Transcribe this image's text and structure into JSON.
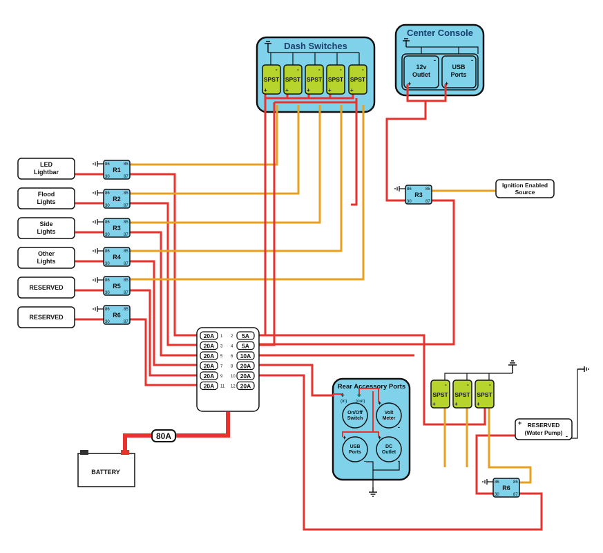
{
  "panels": {
    "dash": {
      "title": "Dash Switches",
      "switch_label": "SPST"
    },
    "console": {
      "title": "Center Console",
      "outlet_12v_l1": "12v",
      "outlet_12v_l2": "Outlet",
      "usb_l1": "USB",
      "usb_l2": "Ports"
    },
    "rear": {
      "title": "Rear Accessory Ports",
      "in_label": "(in)",
      "out_label": "(out)",
      "onoff_l1": "On/Off",
      "onoff_l2": "Switch",
      "volt_l1": "Volt",
      "volt_l2": "Meter",
      "usb_l1": "USB",
      "usb_l2": "Ports",
      "dc_l1": "DC",
      "dc_l2": "Outlet"
    }
  },
  "loads": [
    {
      "l1": "LED",
      "l2": "Lightbar"
    },
    {
      "l1": "Flood",
      "l2": "Lights"
    },
    {
      "l1": "Side",
      "l2": "Lights"
    },
    {
      "l1": "Other",
      "l2": "Lights"
    },
    {
      "l1": "RESERVED",
      "l2": ""
    },
    {
      "l1": "RESERVED",
      "l2": ""
    }
  ],
  "relays": {
    "labels": [
      "R1",
      "R2",
      "R3",
      "R4",
      "R5",
      "R6"
    ],
    "console_relay": "R3",
    "rear_relay": "R6",
    "pins": {
      "p86": "86",
      "p85": "85",
      "p30": "30",
      "p87": "87"
    }
  },
  "ignition": {
    "l1": "Ignition Enabled",
    "l2": "Source"
  },
  "reserved_pump": {
    "l1": "RESERVED",
    "l2": "(Water Pump)"
  },
  "battery": {
    "label": "BATTERY"
  },
  "main_fuse": "80A",
  "fuse_box": {
    "left": [
      "20A",
      "20A",
      "20A",
      "20A",
      "20A",
      "20A"
    ],
    "left_nums": [
      "1",
      "3",
      "5",
      "7",
      "9",
      "11"
    ],
    "right": [
      "5A",
      "5A",
      "10A",
      "20A",
      "20A",
      "20A"
    ],
    "right_nums": [
      "2",
      "4",
      "6",
      "8",
      "10",
      "12"
    ]
  },
  "rear_switch_label": "SPST",
  "polarity": {
    "plus": "+",
    "minus": "-"
  },
  "colors": {
    "power": "#e8322d",
    "trigger": "#e8a020",
    "panel": "#7fd2ea",
    "switch": "#b6d42b",
    "relay": "#7fd2ea",
    "ground": "#333333"
  }
}
